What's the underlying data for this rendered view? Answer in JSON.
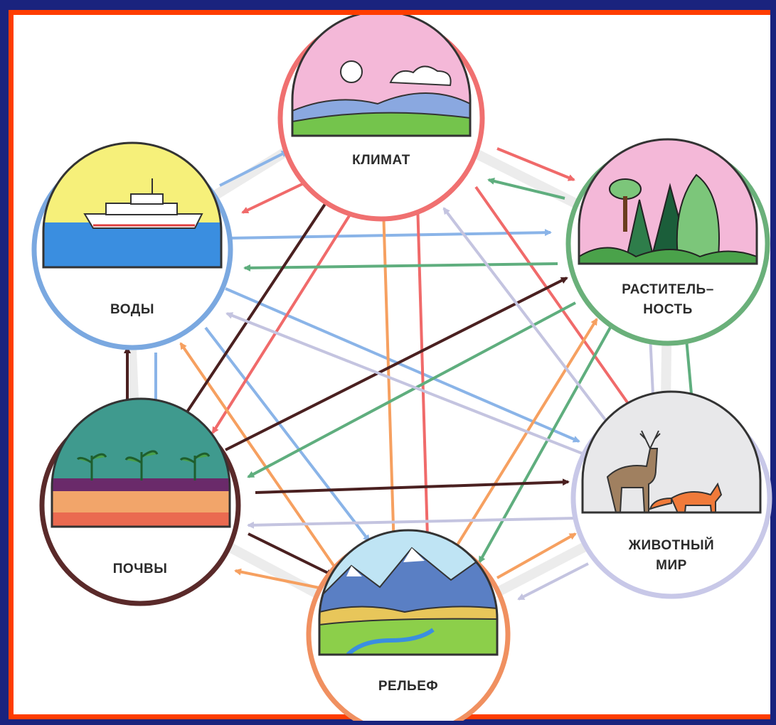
{
  "nodes": {
    "climate": {
      "label": "КЛИМАТ",
      "color": "#f07070"
    },
    "vegetation": {
      "label_line1": "РАСТИТЕЛЬ–",
      "label_line2": "НОСТЬ",
      "color": "#6ab07a"
    },
    "waters": {
      "label": "ВОДЫ",
      "color": "#7aa8e0"
    },
    "soils": {
      "label": "ПОЧВЫ",
      "color": "#5a2a2a"
    },
    "animals": {
      "label_line1": "ЖИВОТНЫЙ",
      "label_line2": "МИР",
      "color": "#c8c8e8"
    },
    "relief": {
      "label": "РЕЛЬЕФ",
      "color": "#f09060"
    }
  },
  "arrow_colors": {
    "climate": "#f06a6a",
    "vegetation": "#5fae7e",
    "waters": "#8ab4e8",
    "soils": "#4a2020",
    "animals": "#c4c4e0",
    "relief": "#f6a060"
  }
}
